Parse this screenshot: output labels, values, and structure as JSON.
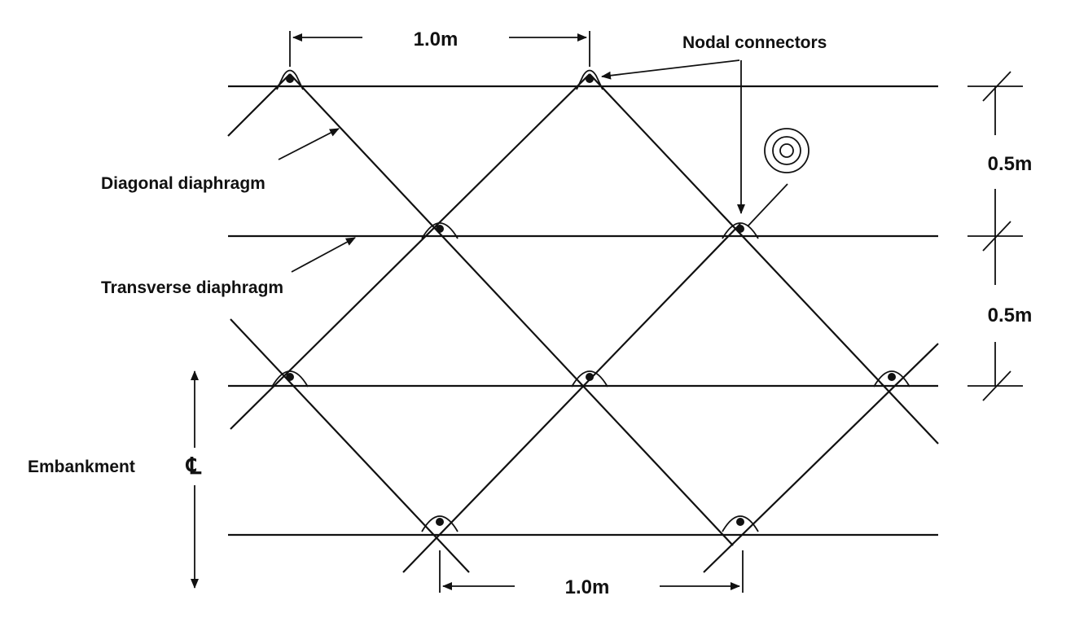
{
  "labels": {
    "nodal_connectors": "Nodal connectors",
    "diagonal_diaphragm": "Diagonal diaphragm",
    "transverse_diaphragm": "Transverse diaphragm",
    "embankment": "Embankment",
    "centerline_symbol": "℄"
  },
  "dimensions": {
    "top_spacing": "1.0m",
    "bottom_spacing": "1.0m",
    "right_upper": "0.5m",
    "right_lower": "0.5m"
  }
}
